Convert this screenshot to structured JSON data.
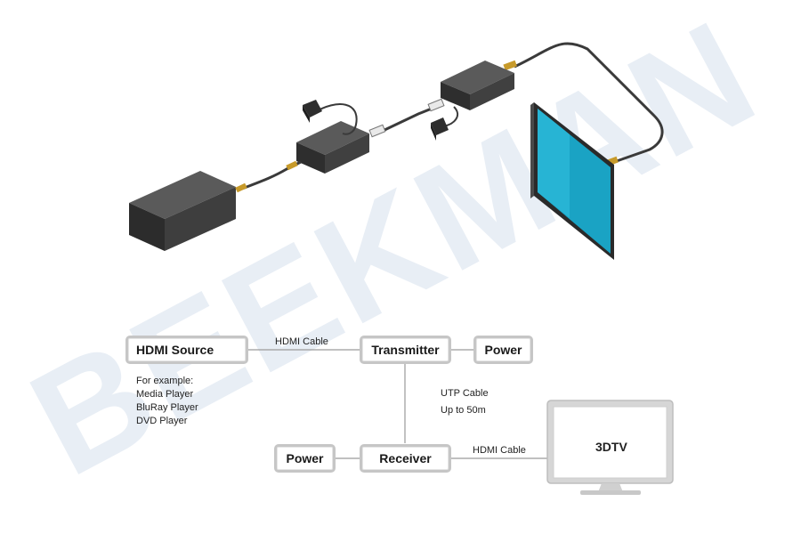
{
  "watermark": "BEEKMAN",
  "diagram": {
    "nodes": {
      "hdmi_source": "HDMI Source",
      "transmitter": "Transmitter",
      "power_tx": "Power",
      "receiver": "Receiver",
      "power_rx": "Power",
      "tv": "3DTV"
    },
    "source_examples": {
      "heading": "For example:",
      "items": [
        "Media Player",
        "BluRay Player",
        "DVD Player"
      ]
    },
    "edges": {
      "source_to_tx": "HDMI Cable",
      "tx_to_rx_line1": "UTP Cable",
      "tx_to_rx_line2": "Up to 50m",
      "rx_to_tv": "HDMI Cable"
    }
  },
  "colors": {
    "device_dark": "#3b3b3b",
    "screen_blue": "#1aa3c4",
    "box_border": "#c6c6c6",
    "watermark": "#e6edf4"
  }
}
